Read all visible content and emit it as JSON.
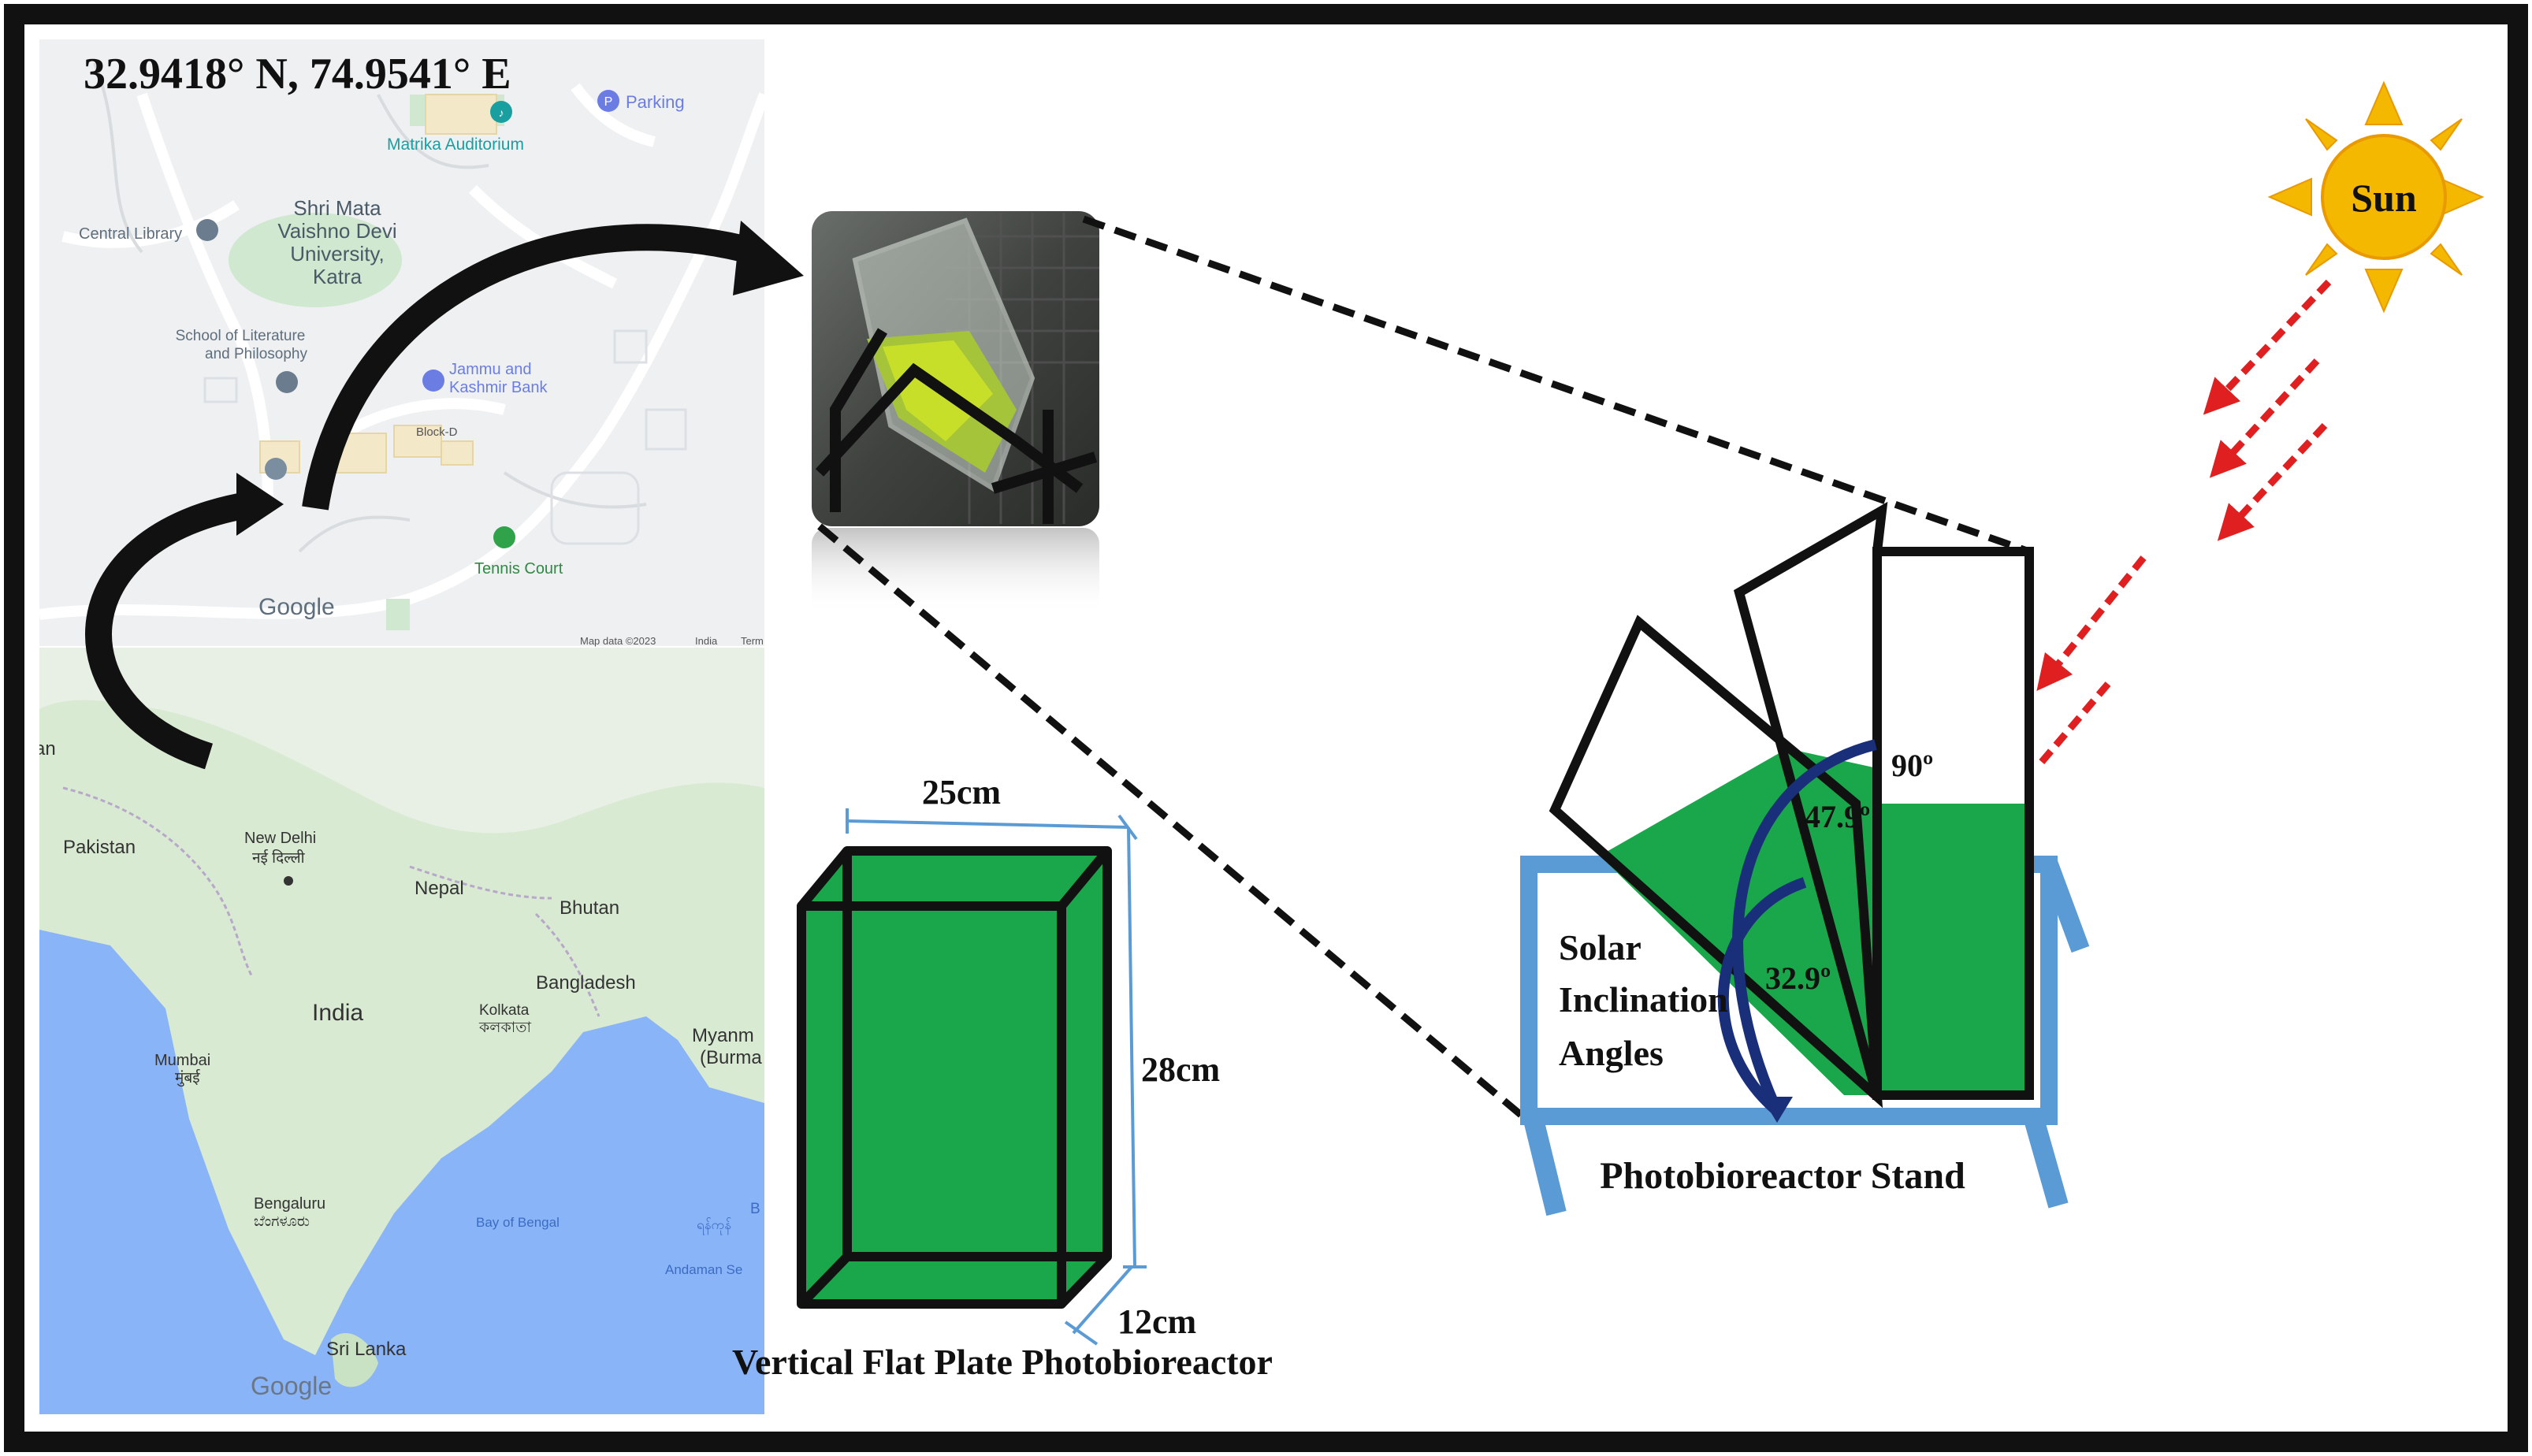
{
  "coordinates": "32.9418° N, 74.9541° E",
  "campus_map": {
    "labels": {
      "parking": "Parking",
      "auditorium": "Matrika Auditorium",
      "central_library": "Central Library",
      "university_line1": "Shri Mata",
      "university_line2": "Vaishno Devi",
      "university_line3": "University,",
      "university_line4": "Katra",
      "school_line1": "School of Literature",
      "school_line2": "and Philosophy",
      "bank_line1": "Jammu and",
      "bank_line2": "Kashmir Bank",
      "block": "Block-D",
      "tennis": "Tennis Court",
      "google": "Google",
      "map_data": "Map data ©2023",
      "india_small": "India",
      "terms": "Term"
    }
  },
  "india_map": {
    "labels": {
      "afghanistan_cut": "an",
      "pakistan": "Pakistan",
      "new_delhi": "New Delhi",
      "new_delhi_hi": "नई दिल्ली",
      "nepal": "Nepal",
      "bhutan": "Bhutan",
      "bangladesh": "Bangladesh",
      "india": "India",
      "kolkata": "Kolkata",
      "kolkata_bn": "কলকাতা",
      "myanmar_line1": "Myanm",
      "myanmar_line2": "(Burma",
      "mumbai": "Mumbai",
      "mumbai_mr": "मुंबई",
      "bengaluru": "Bengaluru",
      "bengaluru_kn": "ಬೆಂಗಳೂರು",
      "bay_of_bengal": "Bay of Bengal",
      "andaman": "Andaman Se",
      "sri_lanka": "Sri Lanka",
      "google": "Google",
      "b_cut": "B",
      "myanmar_script_cut": "ရန်ကုန်"
    }
  },
  "sun": {
    "label": "Sun",
    "color": "#f5b800"
  },
  "reactor_box": {
    "width_label": "25cm",
    "height_label": "28cm",
    "depth_label": "12cm",
    "caption": "Vertical Flat Plate Photobioreactor",
    "fill_color": "#1aa64a"
  },
  "stand": {
    "solar_line1": "Solar",
    "solar_line2": "Inclination",
    "solar_line3": "Angles",
    "angle_90": "90º",
    "angle_47": "47.9º",
    "angle_32": "32.9º",
    "caption": "Photobioreactor Stand",
    "stand_color": "#5b9bd5",
    "arc_color": "#1a2f7a",
    "ray_color": "#e02020"
  }
}
